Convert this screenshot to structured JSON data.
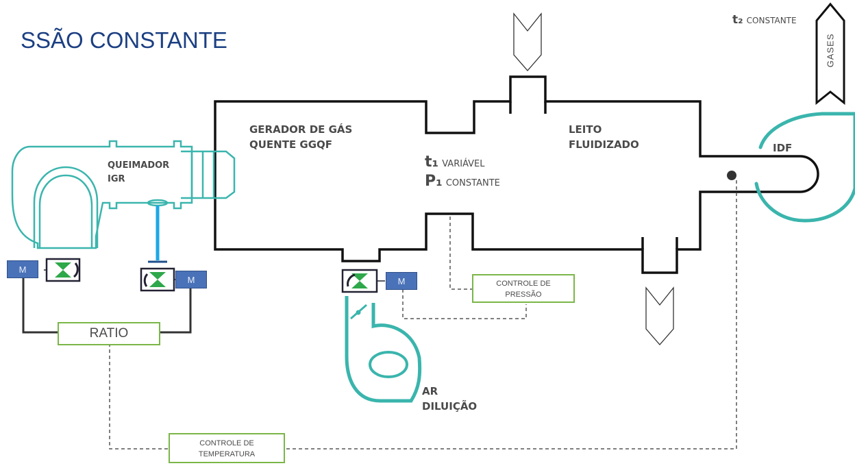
{
  "title": "SSÃO CONSTANTE",
  "labels": {
    "gerador_line1": "GERADOR DE GÁS",
    "gerador_line2": "QUENTE GGQF",
    "leito_line1": "LEITO",
    "leito_line2": "FLUIDIZADO",
    "queimador_line1": "QUEIMADOR",
    "queimador_line2": "IGR",
    "idf": "IDF",
    "ar_line1": "AR",
    "ar_line2": "DILUIÇÃO",
    "t1_symbol": "t₁",
    "t1_text": "VARIÁVEL",
    "p1_symbol": "P₁",
    "p1_text": "CONSTANTE",
    "t2_symbol": "t₂",
    "t2_text": "CONSTANTE",
    "gases": "GASES"
  },
  "controls": {
    "ratio": "RATIO",
    "pressure_line1": "CONTROLE DE",
    "pressure_line2": "PRESSÃO",
    "temperature_line1": "CONTROLE DE",
    "temperature_line2": "TEMPERATURA"
  },
  "motors": {
    "m1": "M",
    "m2": "M",
    "m3": "M"
  },
  "colors": {
    "title": "#1b3f82",
    "teal": "#3ab5ad",
    "duct": "#111111",
    "motor": "#4a72b8",
    "control_border": "#7ab648",
    "damper_green": "#2ea84a",
    "blue_line": "#1ea7e6"
  }
}
